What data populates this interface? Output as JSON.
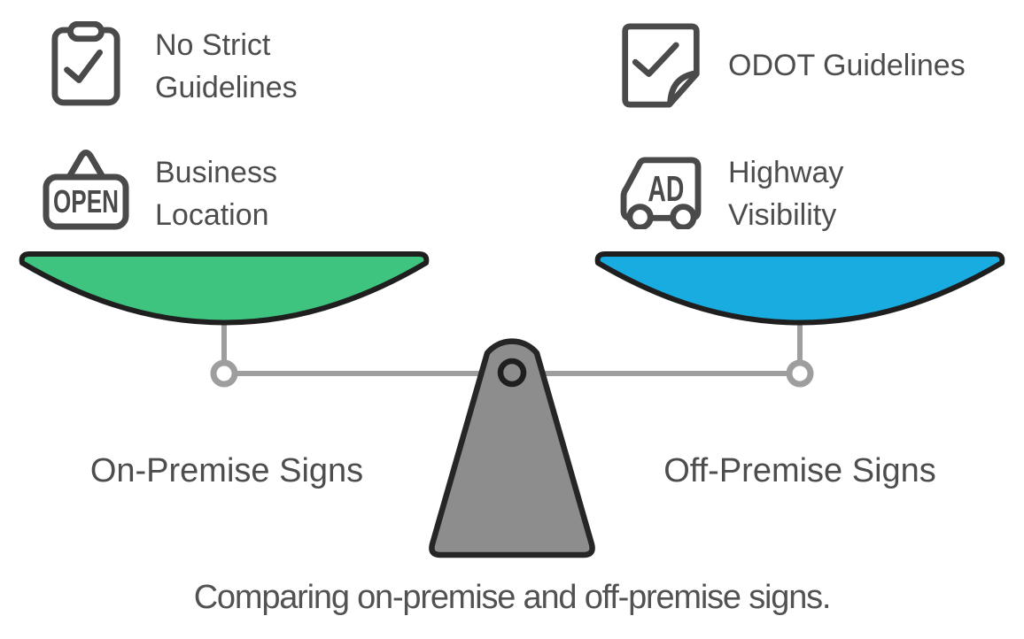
{
  "colors": {
    "left_pan": "#3EC47E",
    "right_pan": "#18ACE0",
    "fulcrum": "#8D8D8D",
    "beam": "#9E9E9E",
    "outline": "#1F1F1F",
    "icon_stroke": "#4A4A4A",
    "text": "#4D4D4D"
  },
  "features": {
    "left": [
      {
        "icon": "clipboard-check-icon",
        "label": "No Strict\nGuidelines"
      },
      {
        "icon": "open-sign-icon",
        "label": "Business\nLocation",
        "icon_text": "OPEN"
      }
    ],
    "right": [
      {
        "icon": "document-check-icon",
        "label": "ODOT Guidelines"
      },
      {
        "icon": "ad-truck-icon",
        "label": "Highway\nVisibility",
        "icon_text": "AD"
      }
    ]
  },
  "pans": {
    "left_label": "On-Premise Signs",
    "right_label": "Off-Premise Signs"
  },
  "caption": "Comparing on-premise and off-premise signs."
}
